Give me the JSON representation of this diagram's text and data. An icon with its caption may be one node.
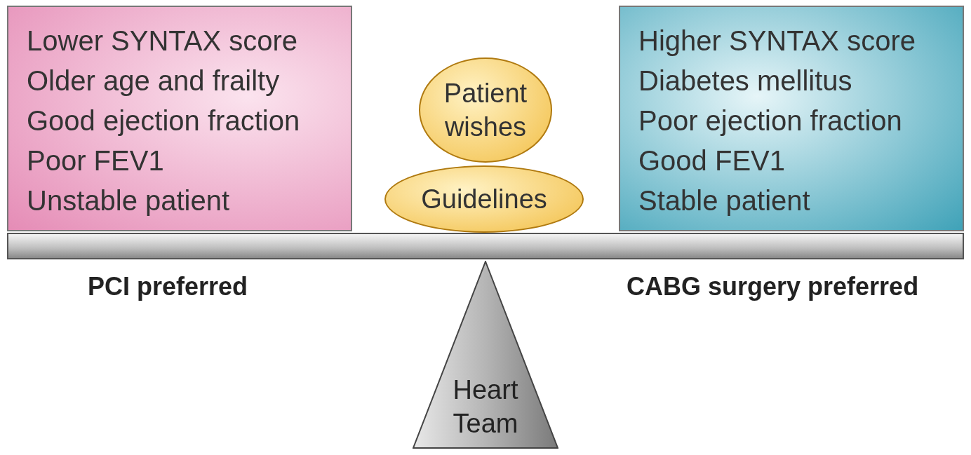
{
  "diagram": {
    "nodes": [
      {
        "text": [
          "Lower SYNTAX score",
          "Older age and frailty",
          "Good ejection fraction",
          "Poor FEV1",
          "Unstable patient"
        ]
      },
      {
        "text": [
          "Patient wishes"
        ]
      },
      {
        "text": [
          "Guidelines"
        ]
      },
      {
        "text": [
          "Higher SYNTAX score",
          "Diabetes mellitus",
          "Poor ejection fraction",
          "Good FEV1",
          "Stable patient"
        ]
      },
      {
        "text": [
          "Heart Team"
        ]
      },
      {
        "text": [],
        "shape": "bar"
      }
    ],
    "labels": [
      "PCI preferred",
      "CABG surgery preferred"
    ]
  }
}
